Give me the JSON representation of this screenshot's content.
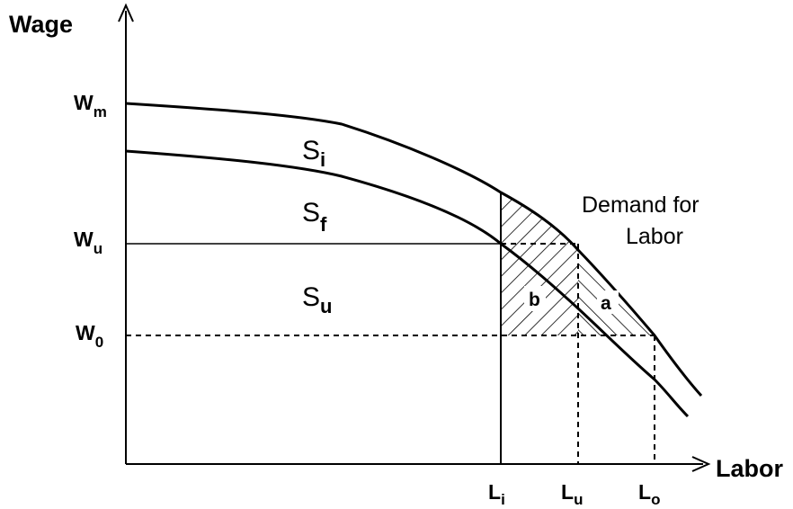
{
  "axes": {
    "y_title": "Wage",
    "x_title": "Labor"
  },
  "y_ticks": [
    {
      "id": "wm",
      "base": "W",
      "sub": "m"
    },
    {
      "id": "wu",
      "base": "W",
      "sub": "u"
    },
    {
      "id": "w0",
      "base": "W",
      "sub": "0"
    }
  ],
  "x_ticks": [
    {
      "id": "li",
      "base": "L",
      "sub": "i"
    },
    {
      "id": "lu",
      "base": "L",
      "sub": "u"
    },
    {
      "id": "lo",
      "base": "L",
      "sub": "o"
    }
  ],
  "regions": [
    {
      "id": "si",
      "base": "S",
      "sub": "i"
    },
    {
      "id": "sf",
      "base": "S",
      "sub": "f"
    },
    {
      "id": "su",
      "base": "S",
      "sub": "u"
    }
  ],
  "areas": {
    "a": "a",
    "b": "b"
  },
  "demand_label": {
    "line1": "Demand for",
    "line2": "Labor"
  }
}
